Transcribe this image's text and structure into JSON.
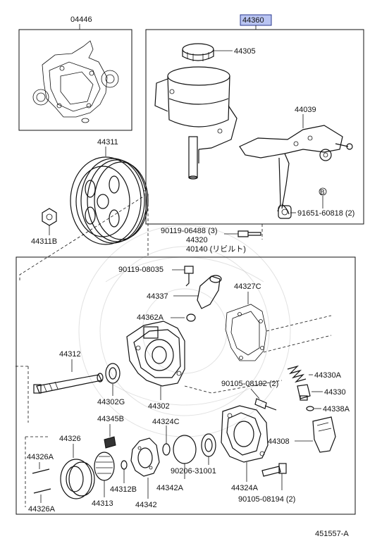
{
  "diagram_id": "451557-A",
  "parts": {
    "gasket_kit": "04446",
    "reservoir_assy": "44360",
    "reservoir_cap": "44305",
    "bracket": "44039",
    "bracket_bolt": "91651-60818 (2)",
    "union_bolt": "90119-06488 (3)",
    "pump_assy": "44320",
    "pump_reman": "40140 (リビルト)",
    "pulley": "44311",
    "pulley_nut": "44311B",
    "bolt_8035": "90119-08035",
    "inlet_union": "44337",
    "oring_362a": "44362A",
    "gasket_327c": "44327C",
    "shaft": "44312",
    "oil_seal": "44302G",
    "pump_housing": "44302",
    "bolt_8192": "90105-08192 (2)",
    "spring": "44330A",
    "valve": "44330",
    "oring_338a": "44338A",
    "union_seat": "44308",
    "plate_345b": "44345B",
    "ring_324c": "44324C",
    "cam_ring": "44326",
    "pin_326a_top": "44326A",
    "pin_326a_bottom": "44326A",
    "rotor": "44313",
    "snap_ring": "44312B",
    "side_plate": "44342",
    "oring_342a": "44342A",
    "seal_31001": "90206-31001",
    "rear_housing": "44324A",
    "bolt_8194": "90105-08194 (2)",
    "bolt_marker": "B"
  }
}
